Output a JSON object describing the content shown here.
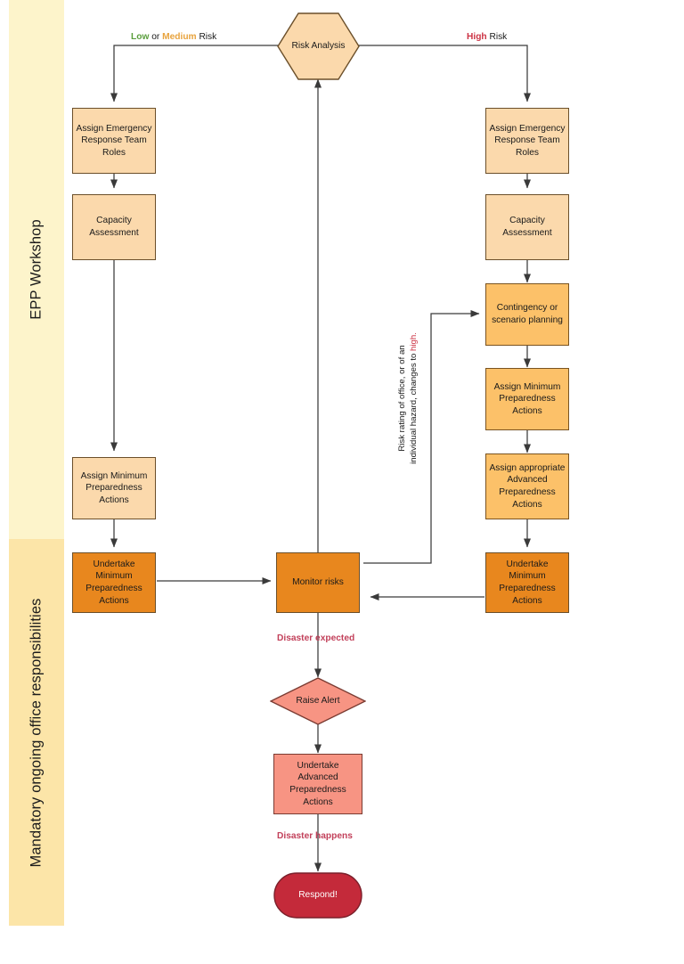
{
  "bands": [
    {
      "id": "epp",
      "label": "EPP Workshop"
    },
    {
      "id": "mandatory",
      "label": "Mandatory ongoing office responsibilities"
    }
  ],
  "nodes": {
    "risk_analysis": "Risk Analysis",
    "left_assign_ert": "Assign Emergency Response Team Roles",
    "left_capacity": "Capacity Assessment",
    "left_assign_min": "Assign Minimum Preparedness Actions",
    "left_undertake_min": "Undertake Minimum Preparedness Actions",
    "right_assign_ert": "Assign Emergency Response Team Roles",
    "right_capacity": "Capacity Assessment",
    "right_contingency": "Contingency or scenario planning",
    "right_assign_min": "Assign Minimum Preparedness Actions",
    "right_assign_adv": "Assign appropriate Advanced Preparedness Actions",
    "right_undertake_min": "Undertake Minimum Preparedness Actions",
    "monitor_risks": "Monitor risks",
    "raise_alert": "Raise Alert",
    "undertake_adv": "Undertake Advanced Preparedness Actions",
    "respond": "Respond!"
  },
  "edge_labels": {
    "low_medium_low": "Low",
    "low_medium_or": " or ",
    "low_medium_med": "Medium",
    "low_medium_risk": " Risk",
    "high_high": "High",
    "high_risk": " Risk",
    "disaster_expected": "Disaster expected",
    "disaster_happens": "Disaster happens",
    "rerate_line1": "Risk rating of office, or of an",
    "rerate_line2_a": "individual hazard, changes to ",
    "rerate_line2_b": "high."
  },
  "colors": {
    "peach": "#FBD9AC",
    "orange": "#FCC169",
    "dark_orange": "#E8871E",
    "salmon": "#F79483",
    "crimson": "#C42A3A",
    "band_light": "#FDF4CB",
    "band_dark": "#FCE5A8",
    "low_green": "#5A9E3C",
    "medium_amber": "#E8A33D",
    "high_red": "#CC3344",
    "label_maroon": "#C2405A",
    "stroke": "#3a3a3a"
  }
}
